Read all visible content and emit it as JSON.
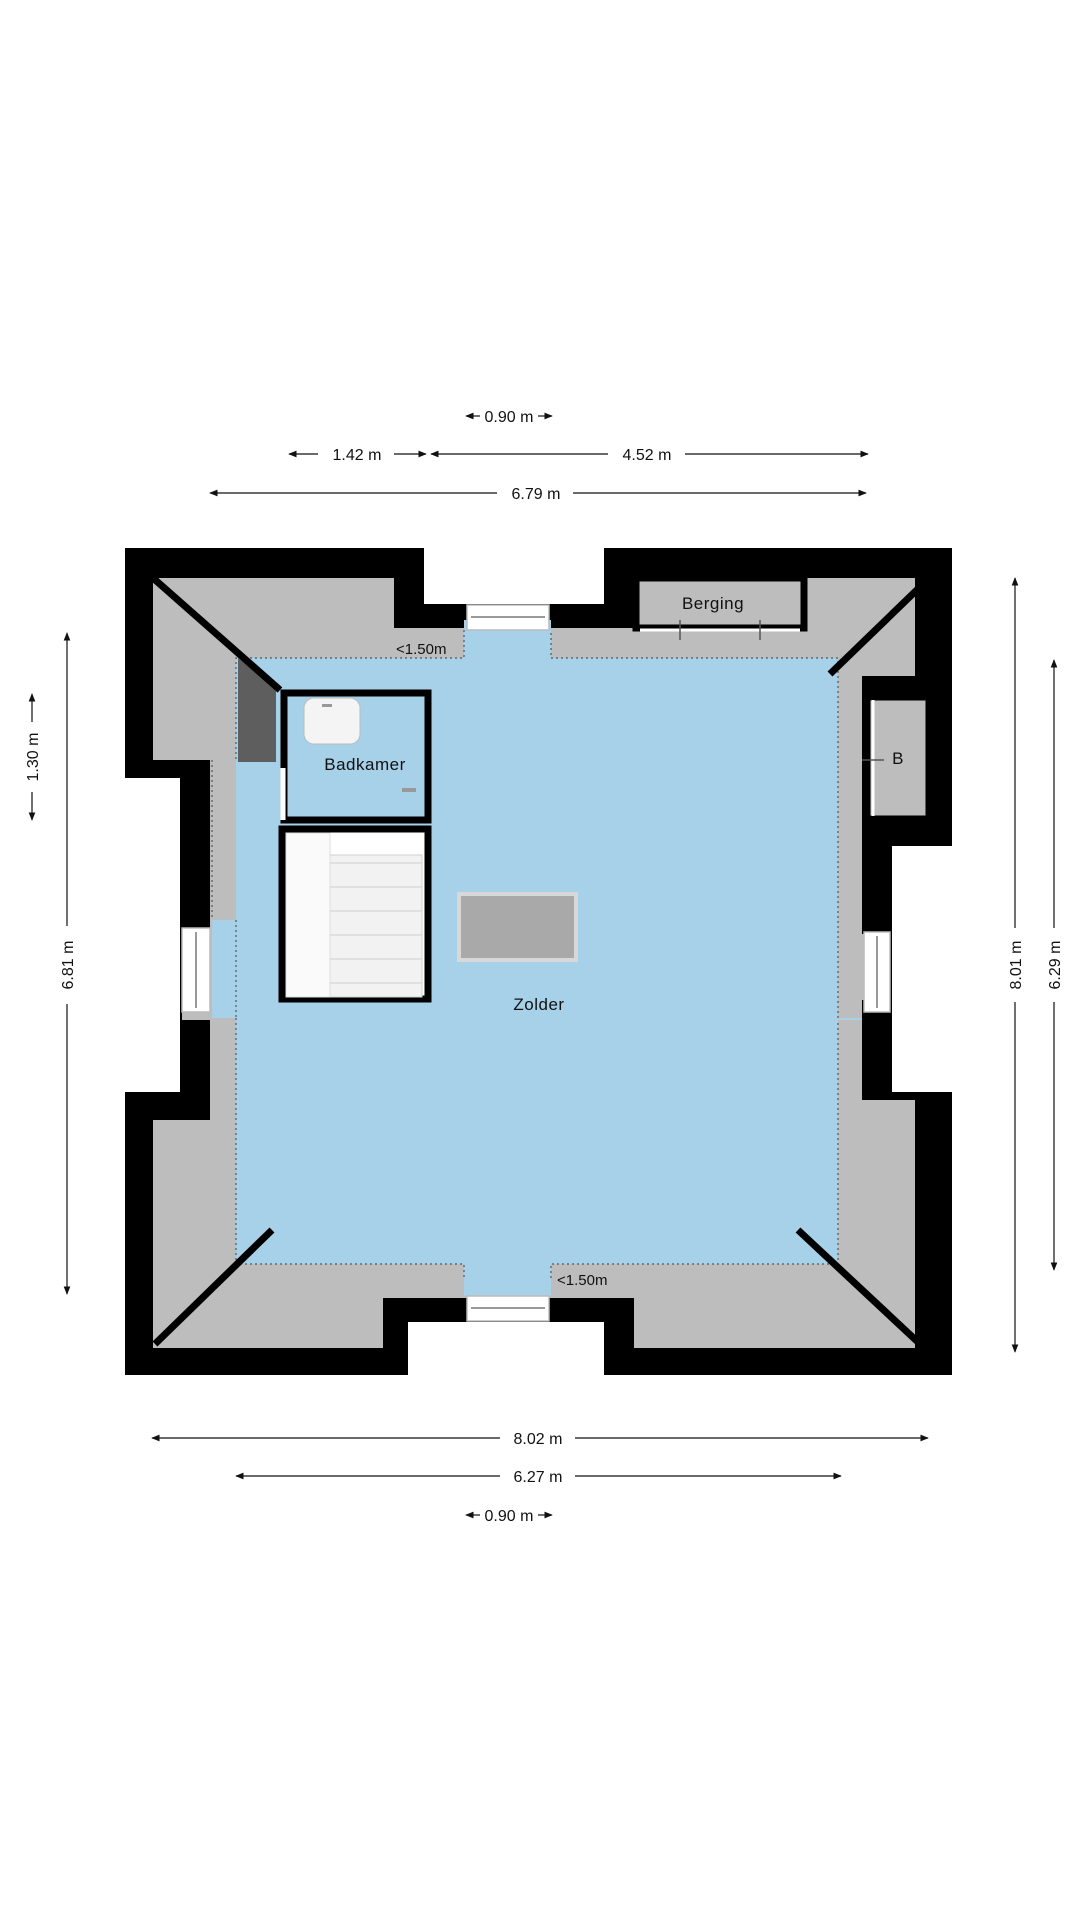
{
  "colors": {
    "wall": "#000000",
    "main_floor": "#a6d1e9",
    "low_ceiling": "#bdbdbd",
    "void": "#5e5e5e",
    "stairs": "#f0f0f0",
    "dimension_line": "#111111"
  },
  "rooms": {
    "zolder": "Zolder",
    "badkamer": "Badkamer",
    "berging": "Berging",
    "b": "B"
  },
  "notes": {
    "low_height_top": "<1.50m",
    "low_height_bottom": "<1.50m"
  },
  "dimensions": {
    "top_window": "0.90 m",
    "top_left_segment": "1.42 m",
    "top_right_segment": "4.52 m",
    "top_total": "6.79 m",
    "left_small": "1.30 m",
    "left_total": "6.81 m",
    "right_total": "8.01 m",
    "right_inner": "6.29 m",
    "bottom_total": "8.02 m",
    "bottom_inner": "6.27 m",
    "bottom_window": "0.90 m"
  }
}
